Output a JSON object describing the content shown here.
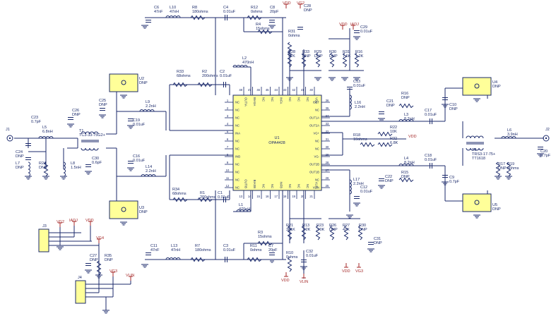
{
  "u1": {
    "ref": "U1",
    "part": "OPA4428",
    "pins_left": [
      {
        "num": "1",
        "name": "NC"
      },
      {
        "num": "2",
        "name": "NC"
      },
      {
        "num": "3",
        "name": "NC"
      },
      {
        "num": "4",
        "name": "NC"
      },
      {
        "num": "5",
        "name": "INA"
      },
      {
        "num": "6",
        "name": "NC"
      },
      {
        "num": "7",
        "name": "NC"
      },
      {
        "num": "8",
        "name": "INB"
      },
      {
        "num": "9",
        "name": "NC"
      },
      {
        "num": "10",
        "name": "NC"
      },
      {
        "num": "11",
        "name": "NC"
      },
      {
        "num": "12",
        "name": "NC"
      }
    ],
    "pins_right": [
      {
        "num": "36",
        "name": "ISET"
      },
      {
        "num": "35",
        "name": "NC"
      },
      {
        "num": "34",
        "name": "OUT1A"
      },
      {
        "num": "33",
        "name": "OUT2A"
      },
      {
        "num": "32",
        "name": "VG+"
      },
      {
        "num": "31",
        "name": "NC"
      },
      {
        "num": "30",
        "name": "NC"
      },
      {
        "num": "29",
        "name": "VG-"
      },
      {
        "num": "28",
        "name": "OUT2B"
      },
      {
        "num": "27",
        "name": "OUT1B"
      },
      {
        "num": "26",
        "name": "NC"
      },
      {
        "num": "25",
        "name": "VLIN"
      }
    ],
    "pins_top": [
      {
        "num": "48",
        "name": "OUTIA"
      },
      {
        "num": "47",
        "name": "BIASA"
      },
      {
        "num": "46",
        "name": "NC"
      },
      {
        "num": "45",
        "name": "NC"
      },
      {
        "num": "44",
        "name": "INFA"
      },
      {
        "num": "43",
        "name": "NC"
      },
      {
        "num": "42",
        "name": "NC"
      },
      {
        "num": "41",
        "name": "NC"
      },
      {
        "num": "40",
        "name": "VG1"
      }
    ],
    "pins_bottom": [
      {
        "num": "13",
        "name": "OUTIB"
      },
      {
        "num": "14",
        "name": "BIASB"
      },
      {
        "num": "15",
        "name": "NC"
      },
      {
        "num": "16",
        "name": "NC"
      },
      {
        "num": "17",
        "name": "INFB"
      },
      {
        "num": "18",
        "name": "NC"
      },
      {
        "num": "19",
        "name": "NC"
      },
      {
        "num": "20",
        "name": "NC"
      },
      {
        "num": "21",
        "name": "VLIN"
      }
    ]
  },
  "components": [
    {
      "id": "c6",
      "ref": "C6",
      "value": "47nF"
    },
    {
      "id": "l10",
      "ref": "L10",
      "value": "47nH"
    },
    {
      "id": "r8",
      "ref": "R8",
      "value": "180ohms"
    },
    {
      "id": "c4",
      "ref": "C4",
      "value": "0.01uF"
    },
    {
      "id": "r12",
      "ref": "R12",
      "value": "0ohms"
    },
    {
      "id": "c8",
      "ref": "C8",
      "value": "20pF"
    },
    {
      "id": "r4",
      "ref": "R4",
      "value": "15ohms"
    },
    {
      "id": "l2",
      "ref": "L2",
      "value": "470nH"
    },
    {
      "id": "r33",
      "ref": "R33",
      "value": "68ohms"
    },
    {
      "id": "r2",
      "ref": "R2",
      "value": "200ohms"
    },
    {
      "id": "c2",
      "ref": "C2",
      "value": "0.01uF"
    },
    {
      "id": "r31",
      "ref": "R31",
      "value": "0ohms"
    },
    {
      "id": "c28",
      "ref": "C28",
      "value": "DNP"
    },
    {
      "id": "r28",
      "ref": "R28",
      "value": "47K"
    },
    {
      "id": "r33b",
      "ref": "R33",
      "value": "DNP"
    },
    {
      "id": "r29",
      "ref": "R29",
      "value": "DNP"
    },
    {
      "id": "r30",
      "ref": "R30",
      "value": "DNP"
    },
    {
      "id": "r31b",
      "ref": "R31",
      "value": "7.6K"
    },
    {
      "id": "r16",
      "ref": "R16",
      "value": "1.2K"
    },
    {
      "id": "c29",
      "ref": "C29",
      "value": "0.01uF"
    },
    {
      "id": "u2",
      "ref": "U2",
      "value": "DNP"
    },
    {
      "id": "c25",
      "ref": "C25",
      "value": "DNP"
    },
    {
      "id": "c26",
      "ref": "C26",
      "value": "DNP"
    },
    {
      "id": "c19",
      "ref": "C19",
      "value": "0.01uF"
    },
    {
      "id": "l9",
      "ref": "L9",
      "value": "2.2nH"
    },
    {
      "id": "c13",
      "ref": "C13",
      "value": "0.01uF"
    },
    {
      "id": "l16",
      "ref": "L16",
      "value": "2.2nH"
    },
    {
      "id": "c21",
      "ref": "C21",
      "value": "DNP"
    },
    {
      "id": "r16b",
      "ref": "R16",
      "value": "DNP"
    },
    {
      "id": "l3",
      "ref": "L3",
      "value": "8.2nH"
    },
    {
      "id": "c17",
      "ref": "C17",
      "value": "0.01uF"
    },
    {
      "id": "c10",
      "ref": "C10",
      "value": "DNP"
    },
    {
      "id": "u4",
      "ref": "U4",
      "value": "DNP"
    },
    {
      "id": "j1",
      "ref": "J1",
      "value": ""
    },
    {
      "id": "c23",
      "ref": "C23",
      "value": "0.7pF"
    },
    {
      "id": "l5",
      "ref": "L5",
      "value": "6.8nH"
    },
    {
      "id": "c24",
      "ref": "C24",
      "value": "DNP"
    },
    {
      "id": "l7",
      "ref": "L7",
      "value": "DNP"
    },
    {
      "id": "r24",
      "ref": "R24",
      "value": "DNP"
    },
    {
      "id": "t1",
      "ref": "T1",
      "value": "TC3-33-75G2+"
    },
    {
      "id": "l8",
      "ref": "L8",
      "value": "1.5nH"
    },
    {
      "id": "c30",
      "ref": "C30",
      "value": "0.6pF"
    },
    {
      "id": "r22",
      "ref": "R22",
      "value": "10K"
    },
    {
      "id": "r18",
      "ref": "R18",
      "value": "10ohms"
    },
    {
      "id": "r32",
      "ref": "R32",
      "value": "6.8K"
    },
    {
      "id": "t2",
      "ref": "T2",
      "value": "TRS3-17-75+"
    },
    {
      "id": "t2b",
      "ref": "",
      "value": "TT1618"
    },
    {
      "id": "l6",
      "ref": "L6",
      "value": "3.9nH"
    },
    {
      "id": "j2",
      "ref": "J2",
      "value": ""
    },
    {
      "id": "c20",
      "ref": "C20",
      "value": "0.7pF"
    },
    {
      "id": "r17",
      "ref": "R17",
      "value": "DNP"
    },
    {
      "id": "r19",
      "ref": "R19",
      "value": "0ohms"
    },
    {
      "id": "c16",
      "ref": "C16",
      "value": "0.01uF"
    },
    {
      "id": "l14",
      "ref": "L14",
      "value": "2.2nH"
    },
    {
      "id": "l17",
      "ref": "L17",
      "value": "2.2nH"
    },
    {
      "id": "c12",
      "ref": "C12",
      "value": "0.01uF"
    },
    {
      "id": "c22",
      "ref": "C22",
      "value": "DNP"
    },
    {
      "id": "l4",
      "ref": "L4",
      "value": "8.2nH"
    },
    {
      "id": "r15",
      "ref": "R15",
      "value": "DNP"
    },
    {
      "id": "c18",
      "ref": "C18",
      "value": "0.01uF"
    },
    {
      "id": "c9",
      "ref": "C9",
      "value": "0.7pF"
    },
    {
      "id": "r34",
      "ref": "R34",
      "value": "68ohms"
    },
    {
      "id": "r1",
      "ref": "R1",
      "value": "200ohms"
    },
    {
      "id": "c1",
      "ref": "C1",
      "value": "0.01uF"
    },
    {
      "id": "l1",
      "ref": "L1",
      "value": "470nH"
    },
    {
      "id": "u3",
      "ref": "U3",
      "value": "DNP"
    },
    {
      "id": "u5",
      "ref": "U5",
      "value": "DNP"
    },
    {
      "id": "r3",
      "ref": "R3",
      "value": "15ohms"
    },
    {
      "id": "r21",
      "ref": "R21",
      "value": "301K"
    },
    {
      "id": "r13",
      "ref": "R13",
      "value": "1.2K"
    },
    {
      "id": "r23",
      "ref": "R23",
      "value": "3.0K"
    },
    {
      "id": "r26",
      "ref": "R26",
      "value": "DNP"
    },
    {
      "id": "r27",
      "ref": "R27",
      "value": "47K"
    },
    {
      "id": "r30b",
      "ref": "R30",
      "value": "DNP"
    },
    {
      "id": "c31",
      "ref": "C31",
      "value": "DNP"
    },
    {
      "id": "c11",
      "ref": "C11",
      "value": "47nF"
    },
    {
      "id": "l13",
      "ref": "L13",
      "value": "47nH"
    },
    {
      "id": "r7",
      "ref": "R7",
      "value": "180ohms"
    },
    {
      "id": "c3",
      "ref": "C3",
      "value": "0.01uF"
    },
    {
      "id": "r11",
      "ref": "R11",
      "value": "0ohms"
    },
    {
      "id": "c7",
      "ref": "C7",
      "value": "20pF"
    },
    {
      "id": "r10",
      "ref": "R10",
      "value": "0ohms"
    },
    {
      "id": "c32",
      "ref": "C32",
      "value": "0.01uF"
    },
    {
      "id": "c27",
      "ref": "C27",
      "value": "DNP"
    },
    {
      "id": "r35",
      "ref": "R35",
      "value": "DNP"
    },
    {
      "id": "j3",
      "ref": "J3",
      "value": ""
    },
    {
      "id": "j4",
      "ref": "J4",
      "value": ""
    }
  ],
  "nets": {
    "vdd": "VDD",
    "vg2": "VG2",
    "vg4": "VG4",
    "vg3": "VG3",
    "vlin": "VLIN",
    "iadj": "IADJ"
  }
}
